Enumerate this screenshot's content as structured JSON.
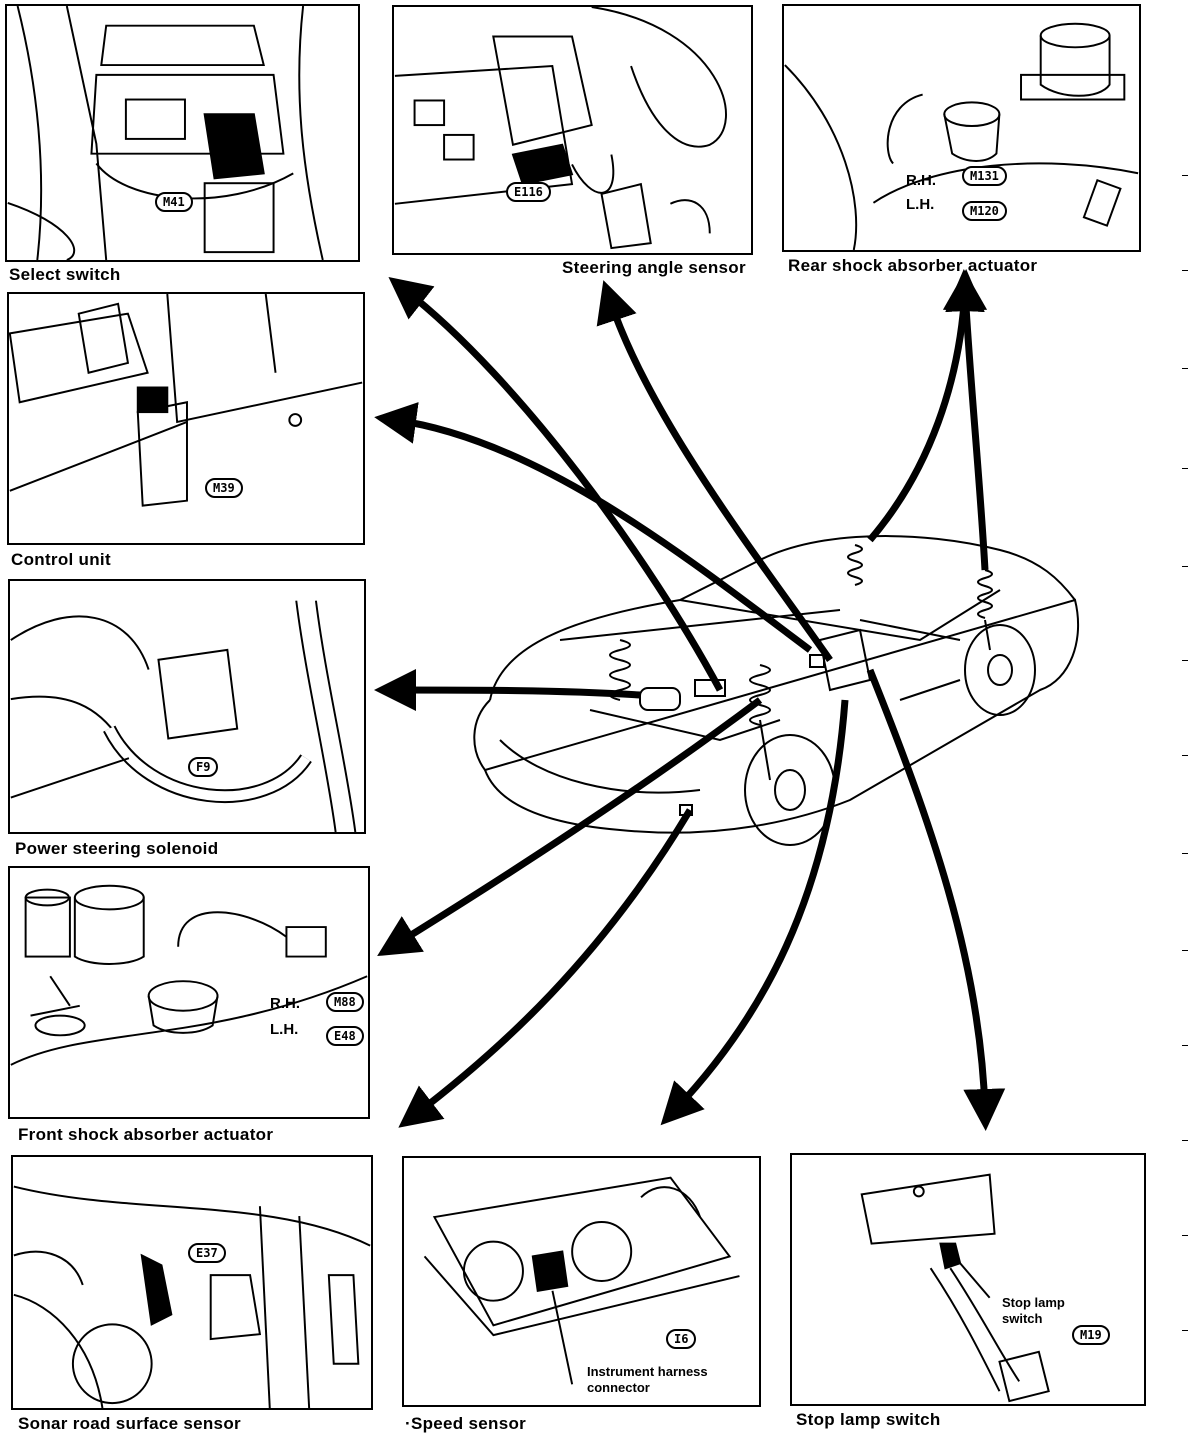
{
  "panels": {
    "select_switch": {
      "caption": "Select switch",
      "connector": "M41"
    },
    "steering_angle_sensor": {
      "caption": "Steering angle sensor",
      "connector": "E116"
    },
    "rear_shock_absorber_actuator": {
      "caption": "Rear shock absorber actuator",
      "rh_label": "R.H.",
      "lh_label": "L.H.",
      "rh_connector": "M131",
      "lh_connector": "M120"
    },
    "control_unit": {
      "caption": "Control unit",
      "connector": "M39"
    },
    "power_steering_solenoid": {
      "caption": "Power steering solenoid",
      "connector": "F9"
    },
    "front_shock_absorber_actuator": {
      "caption": "Front shock absorber actuator",
      "rh_label": "R.H.",
      "lh_label": "L.H.",
      "rh_connector": "M88",
      "lh_connector": "E48"
    },
    "sonar_road_surface_sensor": {
      "caption": "Sonar road surface sensor",
      "connector": "E37"
    },
    "speed_sensor": {
      "caption": "·Speed sensor",
      "connector": "I6",
      "callout": "Instrument harness connector"
    },
    "stop_lamp_switch": {
      "caption": "Stop lamp switch",
      "connector": "M19",
      "callout": "Stop lamp switch"
    }
  },
  "colors": {
    "ink": "#000000",
    "paper": "#ffffff"
  }
}
